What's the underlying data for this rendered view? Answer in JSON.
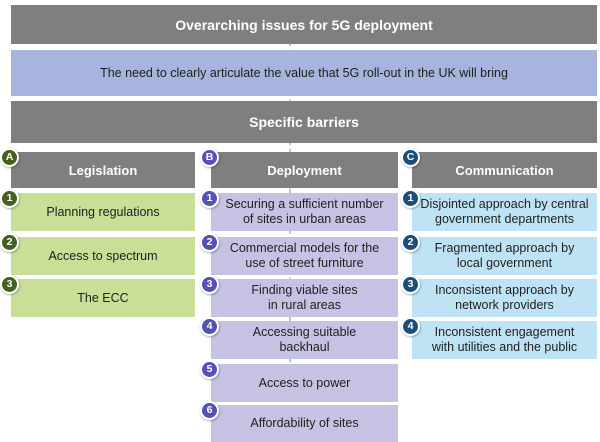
{
  "diagram": {
    "bar_overarching": "Overarching issues for 5G deployment",
    "bar_value": "The need to clearly articulate the value that 5G roll-out in the UK will bring",
    "bar_specific": "Specific barriers"
  },
  "columns": [
    {
      "letter": "A",
      "header": "Legislation",
      "items": [
        {
          "num": "1",
          "text": "Planning regulations"
        },
        {
          "num": "2",
          "text": "Access to spectrum"
        },
        {
          "num": "3",
          "text": "The ECC"
        }
      ]
    },
    {
      "letter": "B",
      "header": "Deployment",
      "items": [
        {
          "num": "1",
          "text": "Securing a sufficient number\nof sites in urban areas"
        },
        {
          "num": "2",
          "text": "Commercial models for the\nuse of street furniture"
        },
        {
          "num": "3",
          "text": "Finding viable sites\nin rural areas"
        },
        {
          "num": "4",
          "text": "Accessing suitable\nbackhaul"
        },
        {
          "num": "5",
          "text": "Access to power"
        },
        {
          "num": "6",
          "text": "Affordability of sites"
        }
      ]
    },
    {
      "letter": "C",
      "header": "Communication",
      "items": [
        {
          "num": "1",
          "text": "Disjointed approach by central\ngovernment departments"
        },
        {
          "num": "2",
          "text": "Fragmented approach by\nlocal government"
        },
        {
          "num": "3",
          "text": "Inconsistent approach by\nnetwork providers"
        },
        {
          "num": "4",
          "text": "Inconsistent engagement\nwith utilities and the public"
        }
      ]
    }
  ],
  "colors": {
    "bar-gray": "#7f7f7f",
    "bar-periwinkle": "#a6b4de",
    "green-cell": "#c9de96",
    "green-badge": "#44611e",
    "purple-cell": "#c6c2e4",
    "purple-badge": "#5551b5",
    "blue-cell": "#bee3f4",
    "blue-badge": "#1d4e7a",
    "text-dark": "#1f1f1f",
    "dash-line": "#a9cde9"
  }
}
